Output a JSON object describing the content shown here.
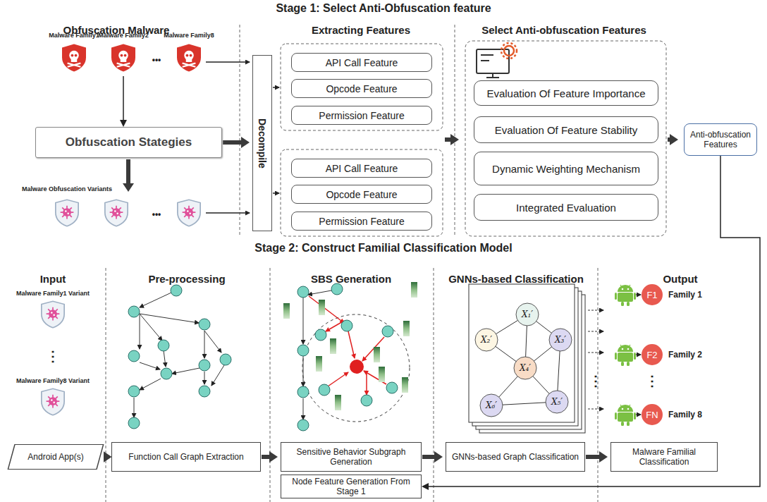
{
  "diagram": {
    "nodes": [
      {
        "text": [
          "Malware Family1"
        ]
      },
      {
        "text": [
          "Malware Family2"
        ]
      },
      {
        "text": [
          "Malware Family8"
        ]
      },
      {
        "text": [
          "Obfuscation Stategies"
        ]
      },
      {
        "text": [
          "Decompile"
        ]
      },
      {
        "text": [
          "API Call Feature"
        ]
      },
      {
        "text": [
          "Opcode Feature"
        ]
      },
      {
        "text": [
          "Permission Feature"
        ]
      },
      {
        "text": [
          "API Call Feature"
        ]
      },
      {
        "text": [
          "Opcode Feature"
        ]
      },
      {
        "text": [
          "Permission Feature"
        ]
      },
      {
        "text": [
          "Evaluation Of Feature Importance"
        ]
      },
      {
        "text": [
          "Evaluation Of Feature Stability"
        ]
      },
      {
        "text": [
          "Dynamic Weighting Mechanism"
        ]
      },
      {
        "text": [
          "Integrated Evaluation"
        ]
      },
      {
        "text": [
          "Anti-obfuscation Features"
        ]
      },
      {
        "text": [
          "Android App(s)"
        ]
      },
      {
        "text": [
          "Function Call Graph Extraction"
        ]
      },
      {
        "text": [
          "Sensitive Behavior Subgraph Generation"
        ]
      },
      {
        "text": [
          "Node Feature Generation From Stage 1"
        ]
      },
      {
        "text": [
          "GNNs-based Graph Classification"
        ]
      },
      {
        "text": [
          "Malware Familial Classification"
        ]
      },
      {
        "text": [
          "F1",
          "Family 1"
        ]
      },
      {
        "text": [
          "F2",
          "Family 2"
        ]
      },
      {
        "text": [
          "FN",
          "Family 8"
        ]
      }
    ],
    "edges": [
      {
        "from": 1,
        "to": 3,
        "arrow": "to"
      },
      {
        "from": 3,
        "to": 4,
        "arrow": "to"
      },
      {
        "from": 15,
        "to": 19,
        "arrow": "to"
      },
      {
        "from": 16,
        "to": 17,
        "arrow": "to"
      },
      {
        "from": 17,
        "to": 18,
        "arrow": "to"
      },
      {
        "from": 18,
        "to": 20,
        "arrow": "to"
      },
      {
        "from": 20,
        "to": 21,
        "arrow": "to"
      }
    ],
    "labels": [
      "Stage 1: Select Anti-Obfuscation feature",
      "Obfuscation Malware",
      "Extracting Features",
      "Select Anti-obfuscation Features",
      "•••",
      "Malware Obfuscation Variants",
      "•••",
      "Stage 2: Construct Familial Classification Model",
      "Input",
      "Pre-processing",
      "SBS Generation",
      "GNNs-based Classification",
      "Output",
      "Malware Family1 Variant",
      "⋮",
      "Malware Family8 Variant",
      "X₁′",
      "X₂′",
      "X₃′",
      "X₄′",
      "X₅′",
      "X₆′",
      "⋮",
      "⋮"
    ]
  }
}
